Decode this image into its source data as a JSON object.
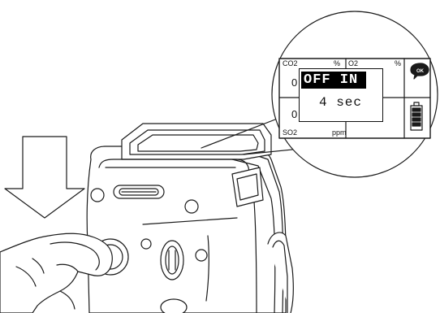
{
  "display": {
    "ch1_label": "CO2",
    "ch1_unit": "%",
    "ch1_value": "0",
    "ch2_label": "O2",
    "ch2_unit": "%",
    "ch3_label": "SO2",
    "ch3_unit": "ppm",
    "ch3_value": "0",
    "popup_line1": "OFF IN",
    "popup_line2": "4 sec",
    "ok_badge": "OK"
  },
  "icons": [
    "down-arrow-icon",
    "power-icon",
    "ok-badge-icon",
    "battery-icon"
  ],
  "colors": {
    "line": "#1a1a1a",
    "background": "#ffffff",
    "lcd_inverse": "#000000"
  }
}
